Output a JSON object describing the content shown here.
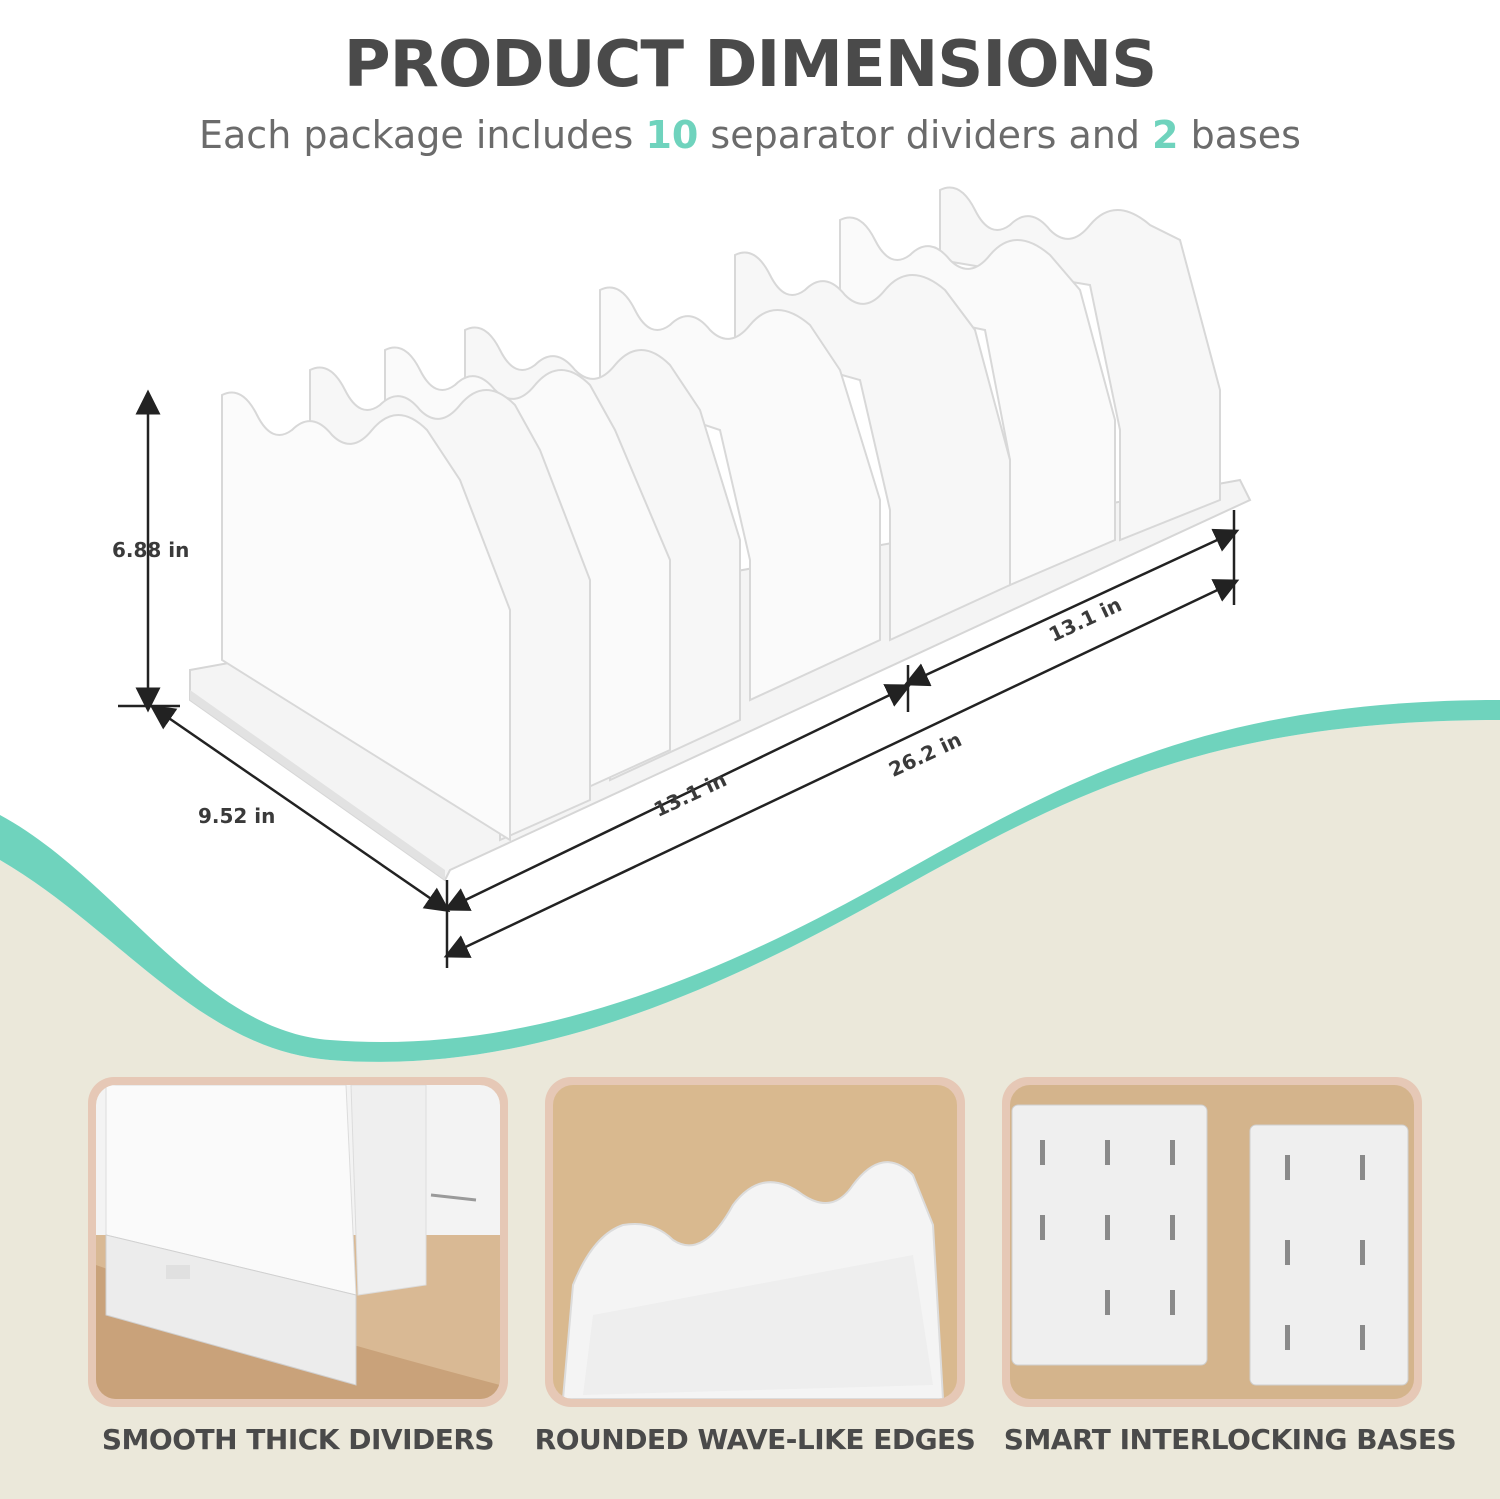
{
  "header": {
    "title": "PRODUCT DIMENSIONS",
    "subtitle_part1": "Each package includes ",
    "subtitle_num1": "10",
    "subtitle_part2": " separator dividers and ",
    "subtitle_num2": "2",
    "subtitle_part3": " bases"
  },
  "dimensions": {
    "height": "6.88 in",
    "depth": "9.52 in",
    "section_length_left": "13.1 in",
    "section_length_right": "13.1 in",
    "total_length": "26.2 in"
  },
  "features": [
    {
      "label": "SMOOTH THICK DIVIDERS"
    },
    {
      "label": "ROUNDED WAVE-LIKE EDGES"
    },
    {
      "label": "SMART INTERLOCKING BASES"
    }
  ],
  "colors": {
    "accent": "#6fd3bd",
    "title": "#4a4a4a",
    "subtitle": "#6b6b6b",
    "background_lower": "#ebe8da",
    "card_frame": "#e6c8b6"
  }
}
